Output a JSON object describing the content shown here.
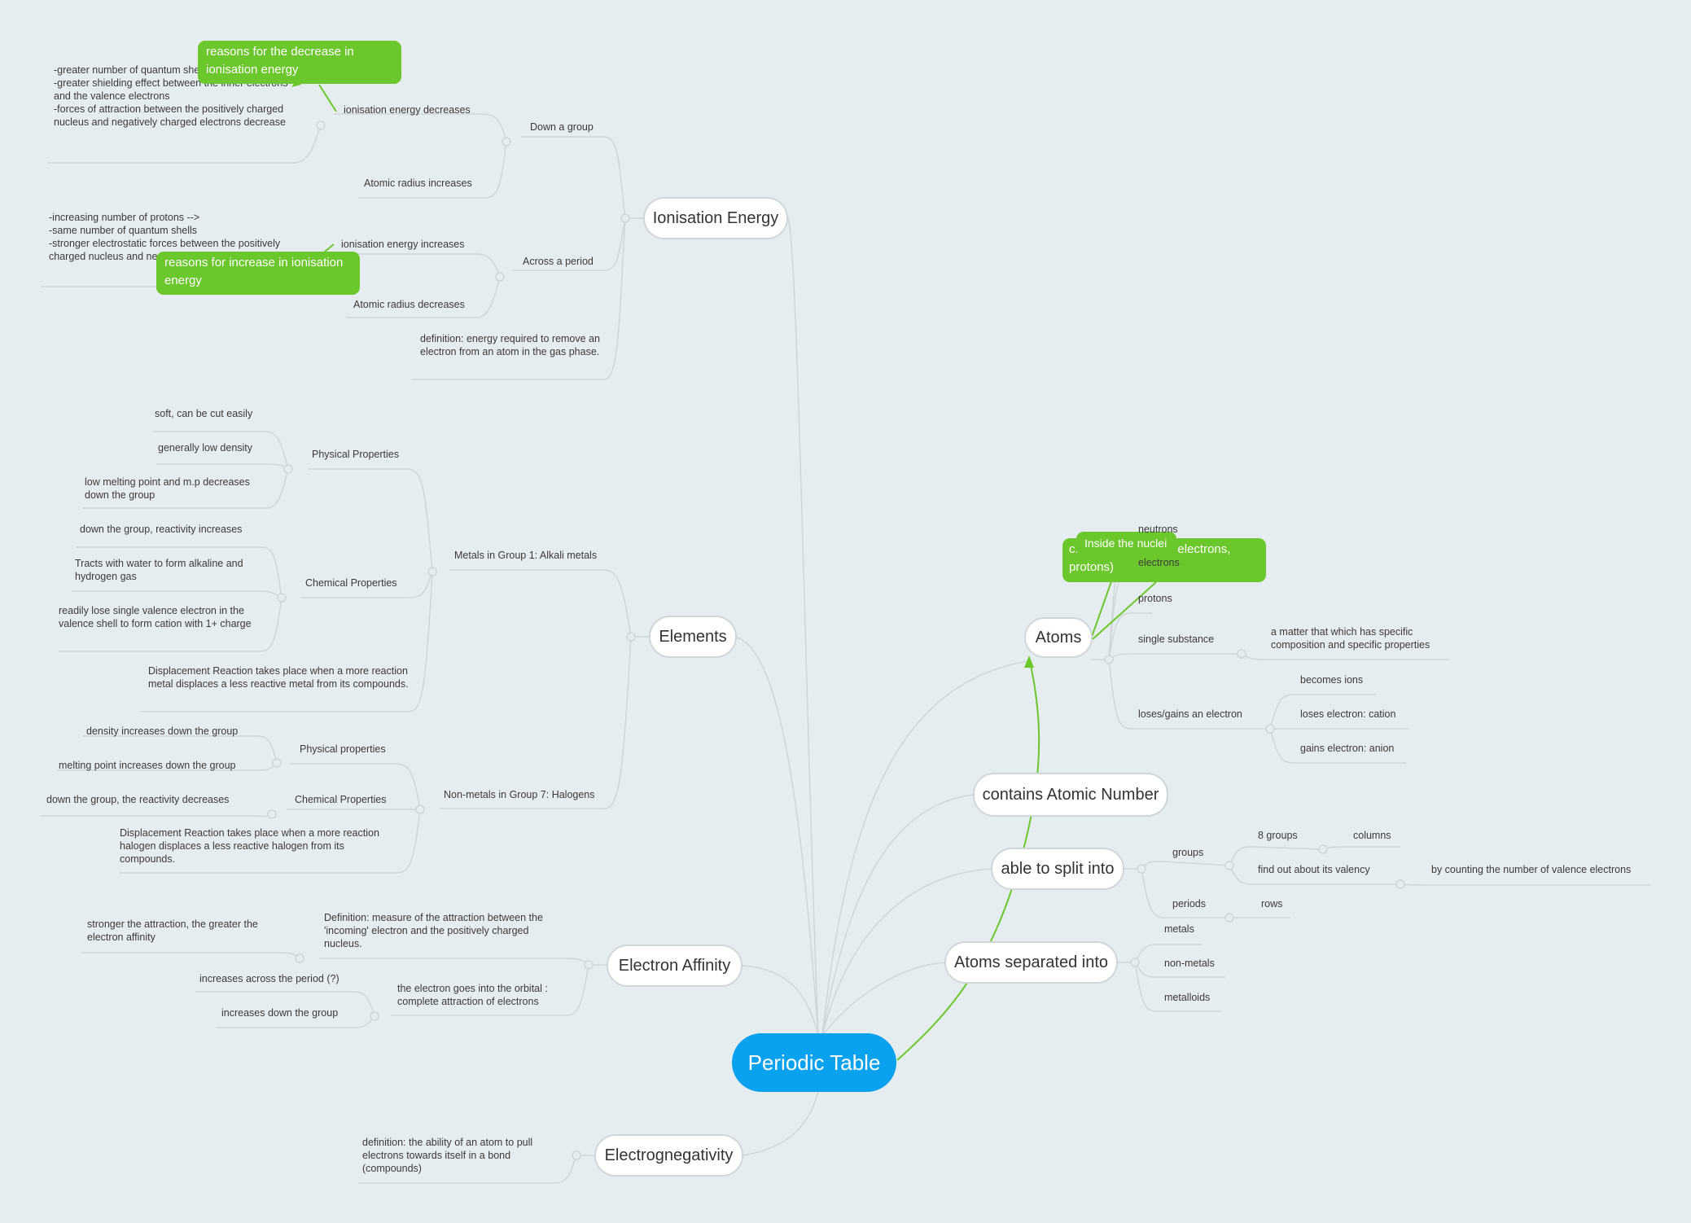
{
  "central": {
    "title": "Periodic Table",
    "color": "#0aa2ee"
  },
  "colors": {
    "callout": "#6cc72d",
    "connector": "#cfd6da",
    "background": "#e6edf0"
  },
  "ionisation": {
    "title": "Ionisation Energy",
    "down_group": "Down a group",
    "ie_decreases": "ionisation energy decreases",
    "reasons_decrease_text": "-greater number of quantum shells\n-greater shielding effect between the inner electrons and the valence electrons\n-forces of attraction between the positively charged nucleus and negatively charged electrons decrease",
    "callout_decrease": "reasons for the decrease in ionisation energy",
    "radius_increases": "Atomic radius increases",
    "across_period": "Across a period",
    "ie_increases": "ionisation energy increases",
    "reasons_increase_text": "-increasing number of protons -->\n-same number of quantum shells\n-stronger electrostatic forces between the positively charged nucleus and negatively charged electrons.",
    "callout_increase": "reasons for increase in ionisation energy",
    "radius_decreases": "Atomic radius decreases",
    "definition": "definition: energy required to remove an electron from an atom in the gas phase."
  },
  "elements": {
    "title": "Elements",
    "alkali": "Metals in Group 1: Alkali metals",
    "alkali_physical": "Physical Properties",
    "soft": "soft, can be cut easily",
    "low_density": "generally low density",
    "low_mp": "low melting point and m.p decreases down the group",
    "alkali_chemical": "Chemical Properties",
    "reactivity_increases": "down the group, reactivity increases",
    "reacts_water": "Tracts with water to form alkaline and hydrogen gas",
    "lose_electron": "readily lose single valence electron in the valence shell to form cation with 1+ charge",
    "displacement_metal": "Displacement Reaction takes place when a more reaction metal displaces a less reactive metal from its compounds.",
    "halogens": "Non-metals in Group 7: Halogens",
    "hal_physical": "Physical properties",
    "density_increases": "density increases down the group",
    "mp_increases": "melting point increases down the group",
    "hal_chemical": "Chemical Properties",
    "reactivity_decreases": "down the group, the reactivity decreases",
    "displacement_halogen": "Displacement Reaction takes place when a more reaction halogen displaces a less reactive halogen from its compounds."
  },
  "affinity": {
    "title": "Electron Affinity",
    "definition": "Definition: measure of the attraction between the 'incoming' electron and the positively charged nucleus.",
    "stronger": "stronger the attraction, the greater the electron affinity",
    "orbital": "the electron goes into the orbital : complete attraction of electrons",
    "across_period": "increases across the period (?)",
    "down_group": "increases down the group"
  },
  "electronegativity": {
    "title": "Electrognegativity",
    "definition": "definition: the ability of an atom to pull electrons towards itself in a bond (compounds)"
  },
  "atoms": {
    "title": "Atoms",
    "callout_composed": "c... atom (neutrons, electrons, protons)",
    "callout_nuclei": "Inside the nuclei",
    "neutrons": "neutrons",
    "electrons": "electrons",
    "protons": "protons",
    "single_substance": "single substance",
    "matter_def": "a matter that which has specific composition and specific properties",
    "loses_gains": "loses/gains an electron",
    "becomes_ions": "becomes ions",
    "cation": "loses electron: cation",
    "anion": "gains electron: anion"
  },
  "atomic_number": {
    "title": "contains Atomic Number"
  },
  "split": {
    "title": "able to split into",
    "groups": "groups",
    "eight_groups": "8 groups",
    "columns": "columns",
    "valency": "find out about its valency",
    "valence_count": "by counting the number of valence electrons",
    "periods": "periods",
    "rows": "rows"
  },
  "separated": {
    "title": "Atoms separated into",
    "metals": "metals",
    "non_metals": "non-metals",
    "metalloids": "metalloids"
  }
}
